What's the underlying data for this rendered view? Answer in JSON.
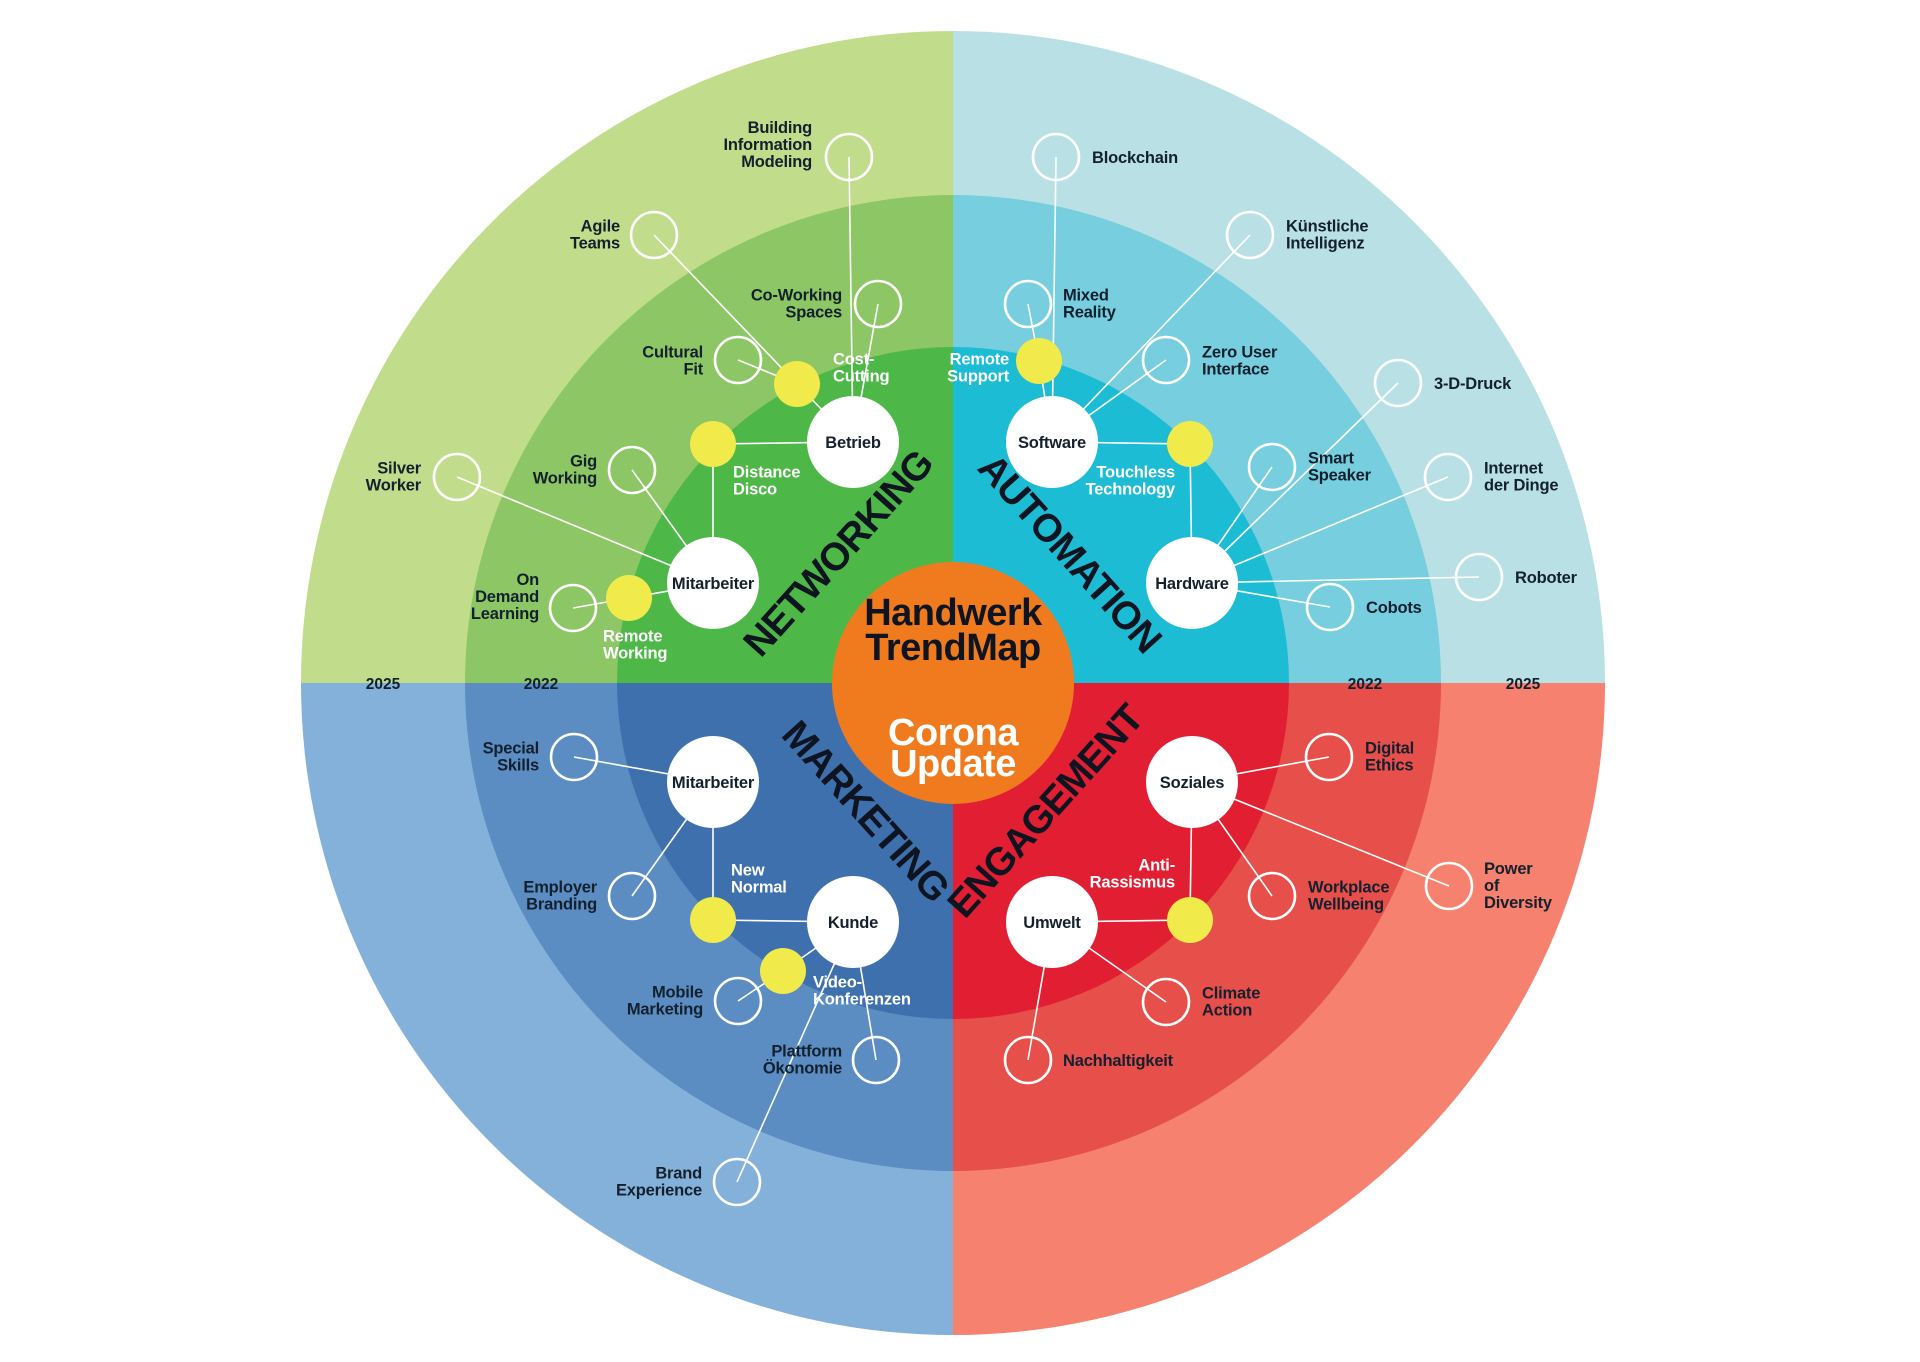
{
  "center": {
    "title_line1": "Handwerk",
    "title_line2": "TrendMap",
    "subtitle_line1": "Corona",
    "subtitle_line2": "Update",
    "color": "#f07b1f"
  },
  "year_labels": {
    "outer_left": "2025",
    "inner_left": "2022",
    "inner_right": "2022",
    "outer_right": "2025"
  },
  "sectors": [
    {
      "key": "networking",
      "label": "NETWORKING",
      "colors": [
        "#c1dd8b",
        "#8dc664",
        "#4db847"
      ]
    },
    {
      "key": "automation",
      "label": "AUTOMATION",
      "colors": [
        "#b9e1e5",
        "#76cede",
        "#1cbcd4"
      ]
    },
    {
      "key": "marketing",
      "label": "MARKETING",
      "colors": [
        "#83b1da",
        "#5b8cc2",
        "#3e70ae"
      ]
    },
    {
      "key": "engagement",
      "label": "ENGAGEMENT",
      "colors": [
        "#f5816e",
        "#e64f4a",
        "#e21e32"
      ]
    }
  ],
  "hubs": [
    {
      "key": "betrieb",
      "label": "Betrieb"
    },
    {
      "key": "mitarbeiter1",
      "label": "Mitarbeiter"
    },
    {
      "key": "software",
      "label": "Software"
    },
    {
      "key": "hardware",
      "label": "Hardware"
    },
    {
      "key": "mitarbeiter2",
      "label": "Mitarbeiter"
    },
    {
      "key": "kunde",
      "label": "Kunde"
    },
    {
      "key": "soziales",
      "label": "Soziales"
    },
    {
      "key": "umwelt",
      "label": "Umwelt"
    }
  ],
  "trends": [
    {
      "key": "bim",
      "lines": [
        "Building",
        "Information",
        "Modeling"
      ]
    },
    {
      "key": "agile",
      "lines": [
        "Agile",
        "Teams"
      ]
    },
    {
      "key": "coworking",
      "lines": [
        "Co-Working",
        "Spaces"
      ]
    },
    {
      "key": "cultural",
      "lines": [
        "Cultural",
        "Fit"
      ]
    },
    {
      "key": "gig",
      "lines": [
        "Gig",
        "Working"
      ]
    },
    {
      "key": "silver",
      "lines": [
        "Silver",
        "Worker"
      ]
    },
    {
      "key": "ondemand",
      "lines": [
        "On",
        "Demand",
        "Learning"
      ]
    },
    {
      "key": "blockchain",
      "lines": [
        "Blockchain"
      ]
    },
    {
      "key": "ki",
      "lines": [
        "Künstliche",
        "Intelligenz"
      ]
    },
    {
      "key": "mixed",
      "lines": [
        "Mixed",
        "Reality"
      ]
    },
    {
      "key": "zerouser",
      "lines": [
        "Zero User",
        "Interface"
      ]
    },
    {
      "key": "druck",
      "lines": [
        "3-D-Druck"
      ]
    },
    {
      "key": "smart",
      "lines": [
        "Smart",
        "Speaker"
      ]
    },
    {
      "key": "iot",
      "lines": [
        "Internet",
        "der Dinge"
      ]
    },
    {
      "key": "roboter",
      "lines": [
        "Roboter"
      ]
    },
    {
      "key": "cobots",
      "lines": [
        "Cobots"
      ]
    },
    {
      "key": "special",
      "lines": [
        "Special",
        "Skills"
      ]
    },
    {
      "key": "employer",
      "lines": [
        "Employer",
        "Branding"
      ]
    },
    {
      "key": "mobile",
      "lines": [
        "Mobile",
        "Marketing"
      ]
    },
    {
      "key": "plattform",
      "lines": [
        "Plattform",
        "Ökonomie"
      ]
    },
    {
      "key": "brand",
      "lines": [
        "Brand",
        "Experience"
      ]
    },
    {
      "key": "digital",
      "lines": [
        "Digital",
        "Ethics"
      ]
    },
    {
      "key": "power",
      "lines": [
        "Power",
        "of",
        "Diversity"
      ]
    },
    {
      "key": "wellbeing",
      "lines": [
        "Workplace",
        "Wellbeing"
      ]
    },
    {
      "key": "climate",
      "lines": [
        "Climate",
        "Action"
      ]
    },
    {
      "key": "nachhaltig",
      "lines": [
        "Nachhaltigkeit"
      ]
    }
  ],
  "corona_trends": [
    {
      "key": "costcutting",
      "lines": [
        "Cost-",
        "Cutting"
      ]
    },
    {
      "key": "distance",
      "lines": [
        "Distance",
        "Disco"
      ]
    },
    {
      "key": "remotework",
      "lines": [
        "Remote",
        "Working"
      ]
    },
    {
      "key": "remotesupp",
      "lines": [
        "Remote",
        "Support"
      ]
    },
    {
      "key": "touchless",
      "lines": [
        "Touchless",
        "Technology"
      ]
    },
    {
      "key": "newnormal",
      "lines": [
        "New",
        "Normal"
      ]
    },
    {
      "key": "video",
      "lines": [
        "Video-",
        "Konferenzen"
      ]
    },
    {
      "key": "anti",
      "lines": [
        "Anti-",
        "Rassismus"
      ]
    }
  ],
  "corona_dot_color": "#f1ea4b"
}
